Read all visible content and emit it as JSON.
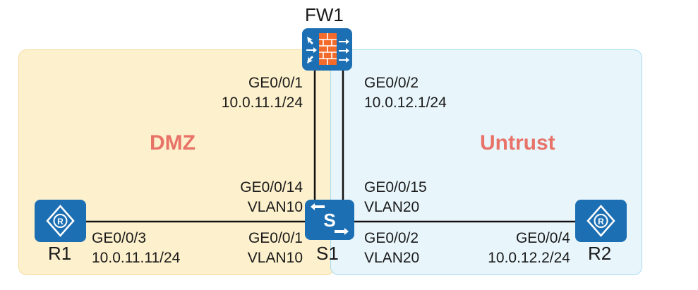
{
  "zones": {
    "dmz": "DMZ",
    "untrust": "Untrust"
  },
  "devices": {
    "fw1": "FW1",
    "s1": "S1",
    "r1": "R1",
    "r2": "R2"
  },
  "interfaces": {
    "fw_g1_port": "GE0/0/1",
    "fw_g1_ip": "10.0.11.1/24",
    "fw_g2_port": "GE0/0/2",
    "fw_g2_ip": "10.0.12.1/24",
    "s1_g14_port": "GE0/0/14",
    "s1_g14_vlan": "VLAN10",
    "s1_g15_port": "GE0/0/15",
    "s1_g15_vlan": "VLAN20",
    "s1_g1_port": "GE0/0/1",
    "s1_g1_vlan": "VLAN10",
    "s1_g2_port": "GE0/0/2",
    "s1_g2_vlan": "VLAN20",
    "r1_port": "GE0/0/3",
    "r1_ip": "10.0.11.11/24",
    "r2_port": "GE0/0/4",
    "r2_ip": "10.0.12.2/24"
  },
  "colors": {
    "device_blue": "#1d6fb3",
    "zone_label": "#e87368",
    "dmz_fill": "#fdf0cc",
    "untrust_fill": "#e8f6fc"
  },
  "icons": {
    "fw1": "firewall-icon",
    "s1": "switch-icon",
    "r1": "router-icon",
    "r2": "router-icon"
  }
}
